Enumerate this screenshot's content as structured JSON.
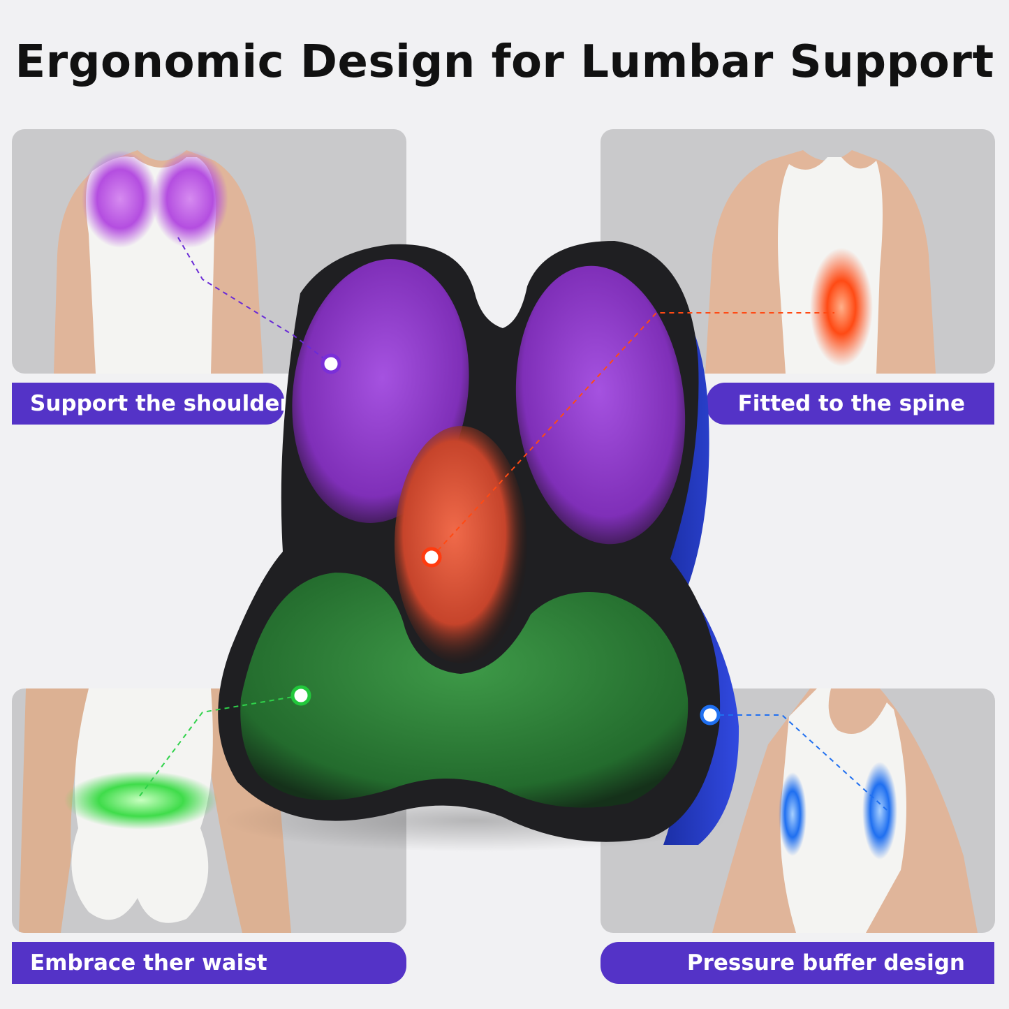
{
  "title": "Ergonomic Design for Lumbar Support",
  "features": {
    "shoulder": {
      "label": "Support the shoulder",
      "color": "#9b3fd6"
    },
    "spine": {
      "label": "Fitted to the spine",
      "color": "#ff4a14"
    },
    "waist": {
      "label": "Embrace ther waist",
      "color": "#2fd24a"
    },
    "pressure": {
      "label": "Pressure buffer design",
      "color": "#1f6ff0"
    }
  },
  "colors": {
    "label_bg": "#5433c7",
    "panel_bg": "#c9c9cb",
    "page_bg": "#f1f1f3"
  }
}
